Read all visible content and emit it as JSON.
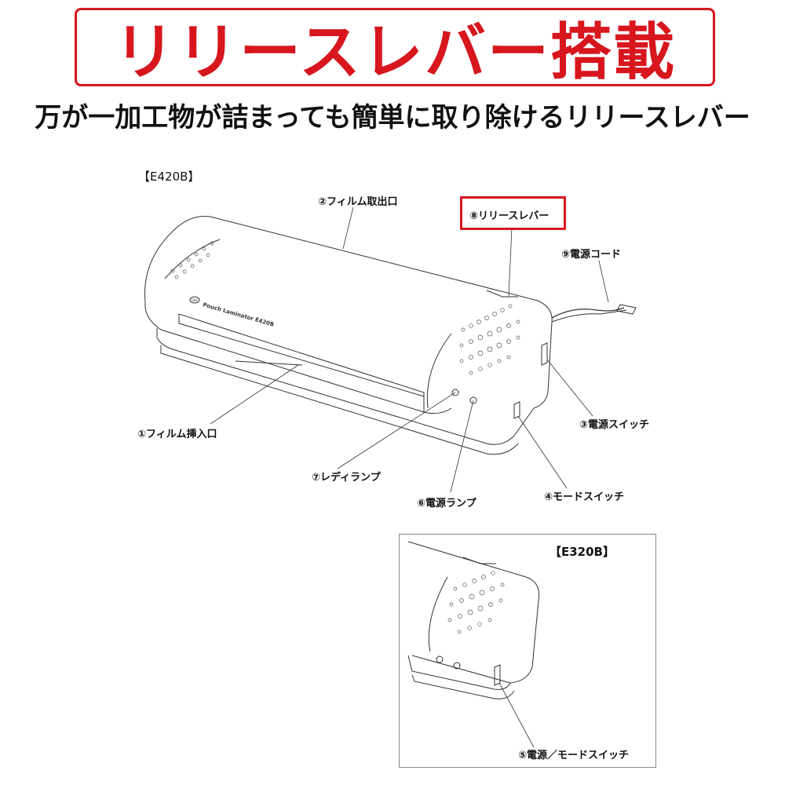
{
  "header": {
    "title": "リリースレバー搭載",
    "subtitle": "万が一加工物が詰まっても簡単に取り除けるリリースレバー",
    "accent_color": "#d7161e"
  },
  "main_diagram": {
    "model": "【E420B】",
    "device_label": "Pouch Laminator E420B",
    "brand_logo": "GBC",
    "labels": [
      "①フィルム挿入口",
      "②フィルム取出口",
      "③電源スイッチ",
      "④モードスイッチ",
      "⑥電源ランプ",
      "⑦レディランプ",
      "⑧リリースレバー",
      "⑨電源コード"
    ],
    "highlighted": "⑧リリースレバー"
  },
  "inset_diagram": {
    "model": "【E320B】",
    "label": "⑤電源／モードスイッチ"
  }
}
